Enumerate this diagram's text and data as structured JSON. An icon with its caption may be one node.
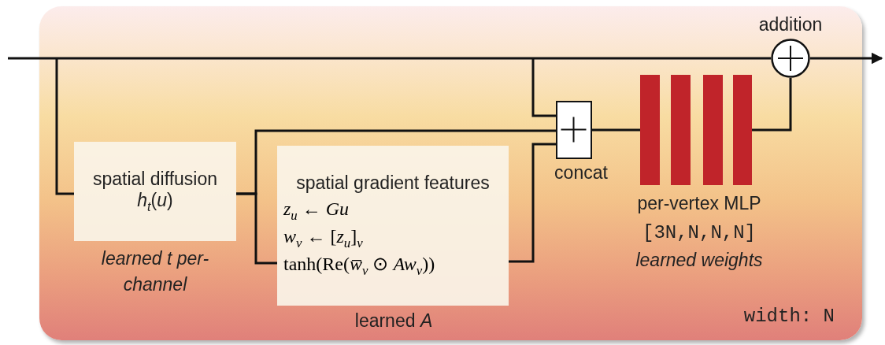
{
  "diagram": {
    "nodes": [
      {
        "text": [],
        "shape": "box"
      },
      {
        "text": [
          "spatial diffusion *h*$_{t}$(*u*)"
        ],
        "in": 0,
        "beside": [
          "learned t per-channel"
        ]
      },
      {
        "text": [
          "spatial gradient features",
          "*z*$_{u}$ ← *Gu*",
          "*w*$_{v}$ ← [*z*$_{u}$]$_{v}$",
          "tanh(Re(*w̅*$_{v}$ ⊙ *Aw*$_{v}$))"
        ],
        "in": 0,
        "beside": [
          "learned *A*"
        ]
      },
      {
        "text": [],
        "shape": "box",
        "in": 0,
        "beside": [
          "concat"
        ]
      },
      {
        "text": [],
        "shape": "bar",
        "in": 0,
        "beside": [
          "per-vertex MLP",
          "[3N,N,N,N]",
          "learned weights"
        ]
      },
      {
        "text": [],
        "shape": "circle",
        "in": 0,
        "beside": [
          "addition"
        ]
      }
    ],
    "edges": [
      {
        "from": null,
        "to": 5,
        "arrow": "none"
      },
      {
        "from": null,
        "to": 1,
        "arrow": "none"
      },
      {
        "from": null,
        "to": 3,
        "arrow": "none"
      },
      {
        "from": 1,
        "to": 2,
        "arrow": "none"
      },
      {
        "from": 1,
        "to": 3,
        "arrow": "none"
      },
      {
        "from": 2,
        "to": 3,
        "arrow": "none"
      },
      {
        "from": 3,
        "to": 4,
        "arrow": "none"
      },
      {
        "from": 4,
        "to": 5,
        "arrow": "none"
      },
      {
        "from": 5,
        "to": null,
        "arrow": "to"
      }
    ],
    "labels": [
      "width: N"
    ]
  }
}
